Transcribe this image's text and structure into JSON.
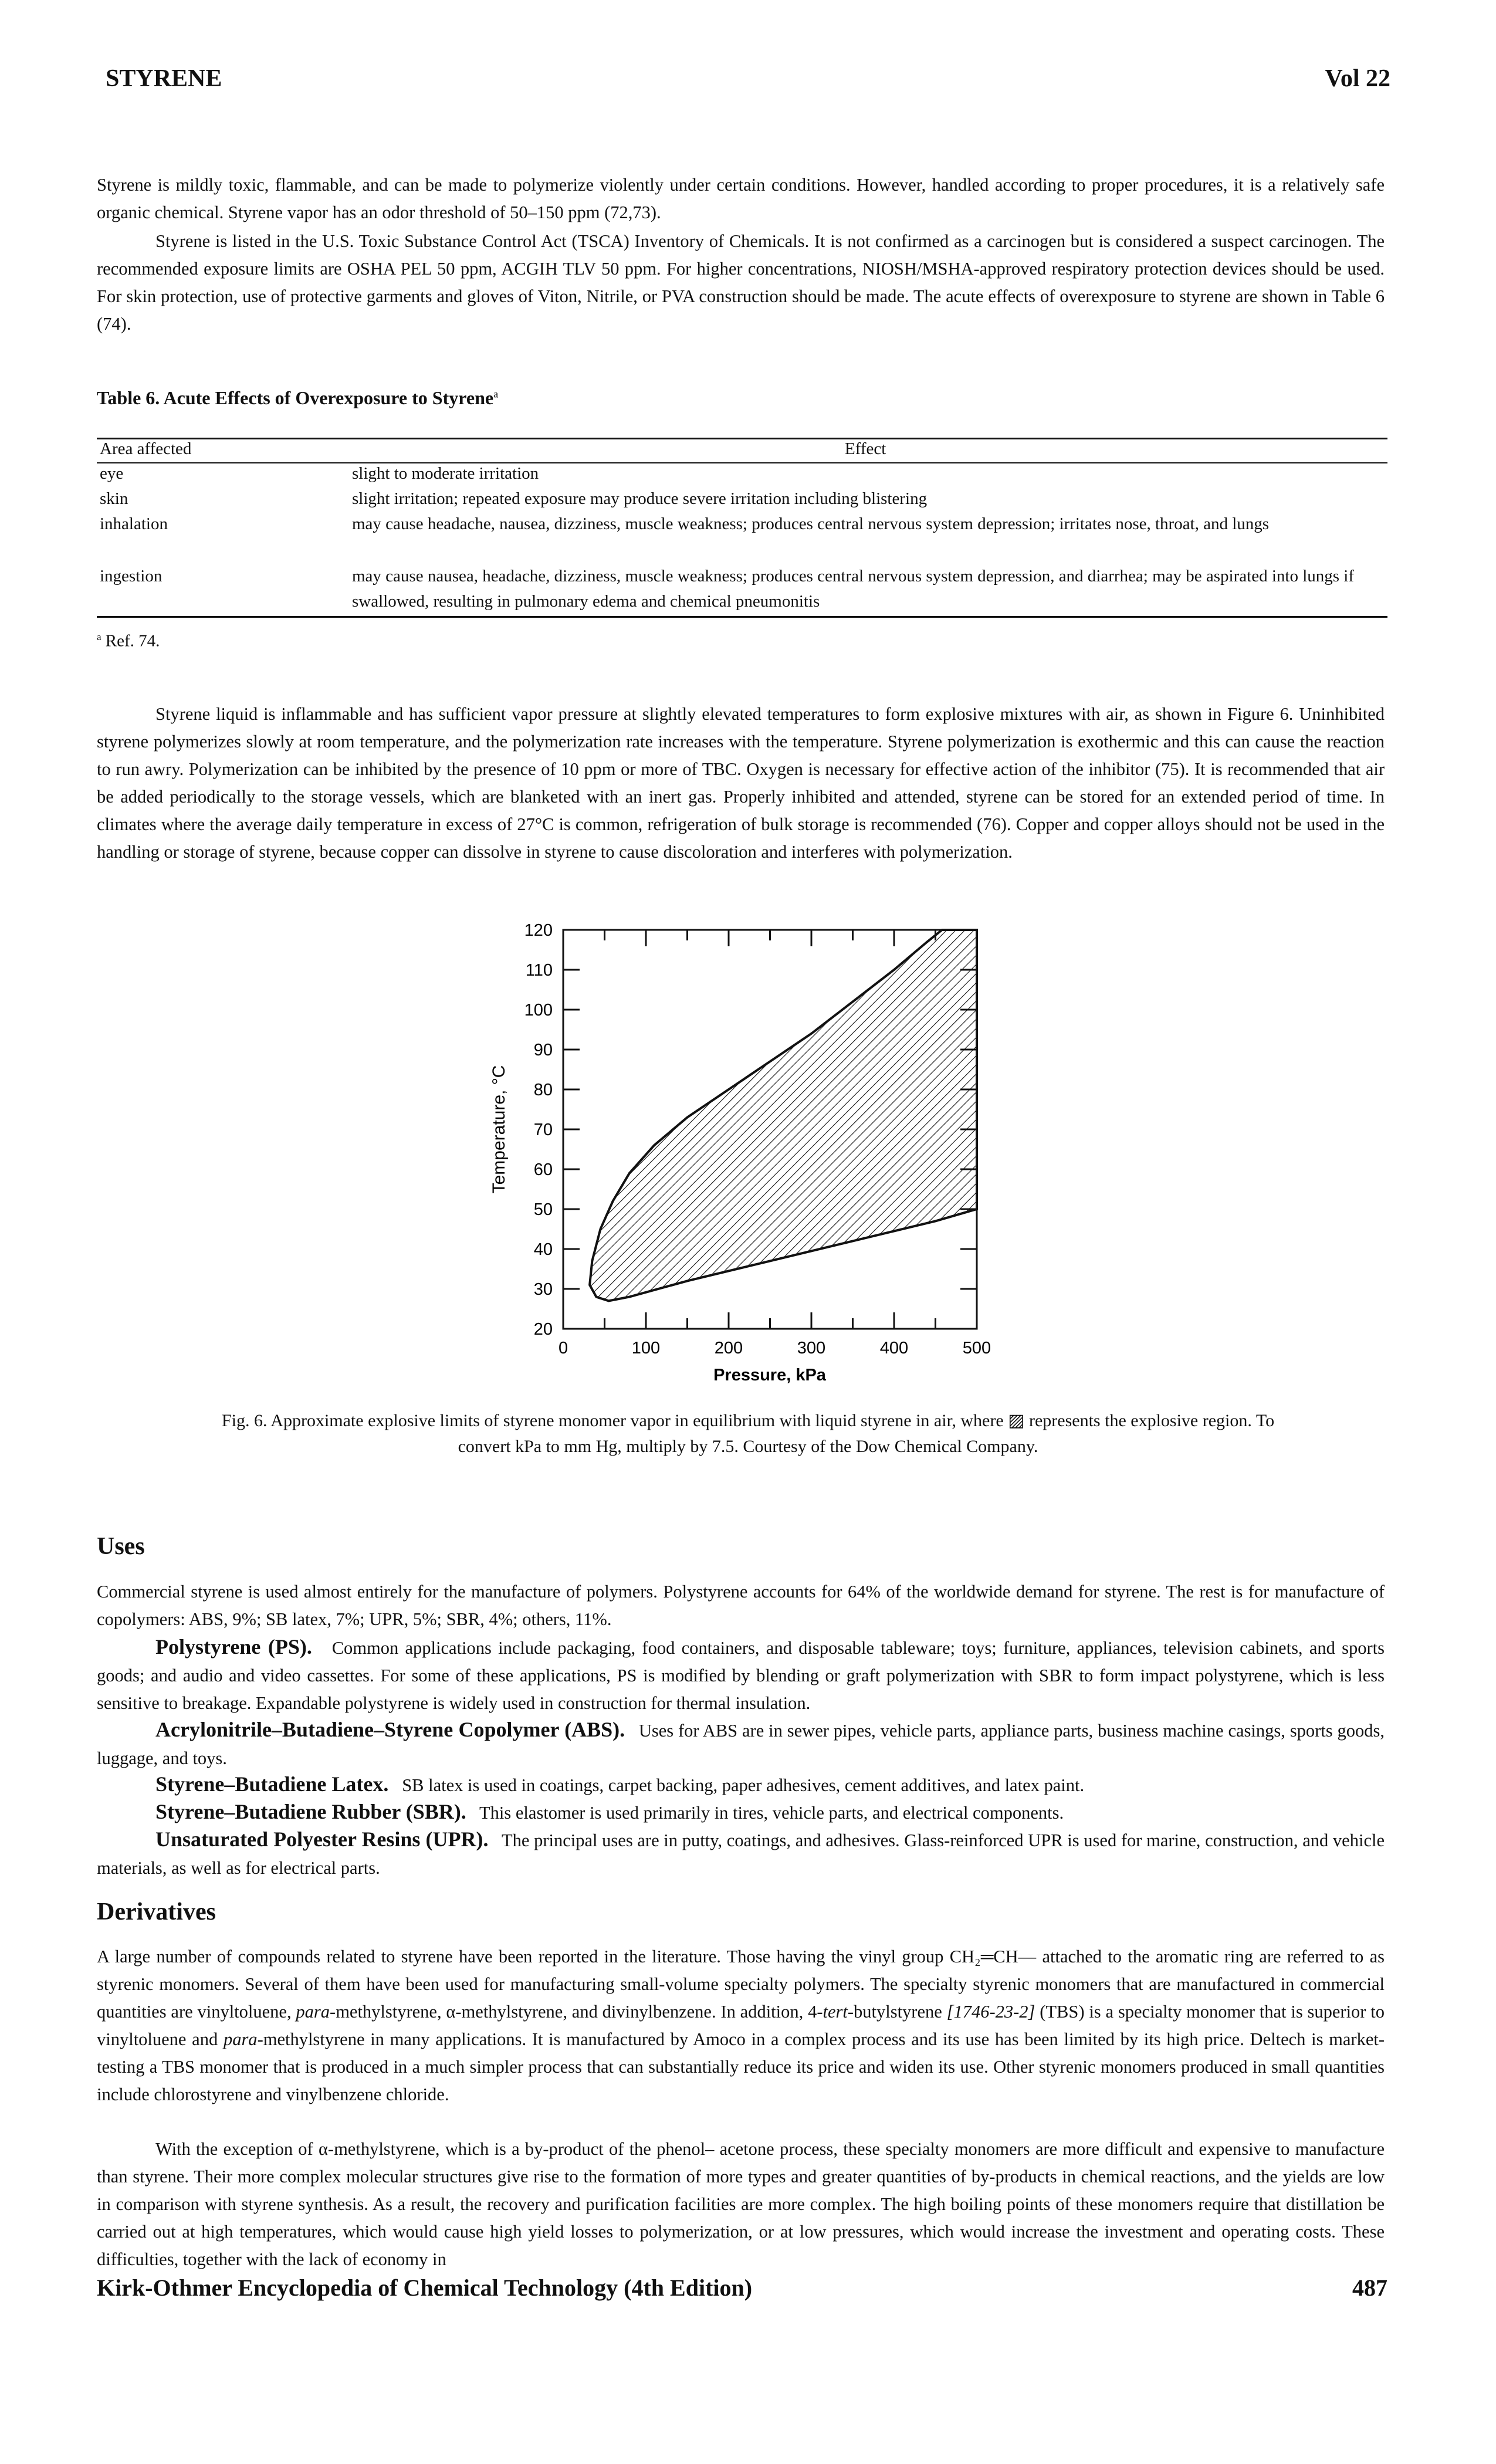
{
  "header": {
    "left": "STYRENE",
    "right": "Vol 22"
  },
  "intro": {
    "p1": "Styrene is mildly toxic, flammable, and can be made to polymerize violently under certain conditions. However, handled according to proper procedures, it is a relatively safe organic chemical. Styrene vapor has an odor threshold of 50–150 ppm (72,73).",
    "p2": "Styrene is listed in the U.S. Toxic Substance Control Act (TSCA) Inventory of Chemicals. It is not confirmed as a carcinogen but is considered a suspect carcinogen. The recommended exposure limits are OSHA PEL 50 ppm, ACGIH TLV 50 ppm. For higher concentrations, NIOSH/MSHA-approved respiratory protection devices should be used. For skin protection, use of protective garments and gloves of Viton, Nitrile, or PVA construction should be made. The acute effects of overexposure to styrene are shown in Table 6 (74)."
  },
  "table": {
    "title": "Table 6. Acute Effects of Overexposure to Styrene",
    "title_sup": "a",
    "col_area": "Area affected",
    "col_effect": "Effect",
    "rows": [
      {
        "area": "eye",
        "effect": "slight to moderate irritation"
      },
      {
        "area": "skin",
        "effect": "slight irritation; repeated exposure may produce severe irritation including blistering"
      },
      {
        "area": "inhalation",
        "effect": "may cause headache, nausea, dizziness, muscle weakness; produces central nervous system depression; irritates nose, throat, and lungs"
      },
      {
        "area": "ingestion",
        "effect": "may cause nausea, headache, dizziness, muscle weakness; produces central nervous system depression, and diarrhea; may be aspirated into lungs if swallowed, resulting in pulmonary edema and chemical pneumonitis"
      }
    ],
    "footnote_mark": "a",
    "footnote": "Ref. 74."
  },
  "body": {
    "p3": "Styrene liquid is inflammable and has sufficient vapor pressure at slightly elevated temperatures to form explosive mixtures with air, as shown in Figure 6. Uninhibited styrene polymerizes slowly at room temperature, and the polymerization rate increases with the temperature. Styrene polymerization is exothermic and this can cause the reaction to run awry. Polymerization can be inhibited by the presence of 10 ppm or more of TBC. Oxygen is necessary for effective action of the inhibitor (75). It is recommended that air be added periodically to the storage vessels, which are blanketed with an inert gas. Properly inhibited and attended, styrene can be stored for an extended period of time. In climates where the average daily temperature in excess of 27°C is common, refrigeration of bulk storage is recommended (76). Copper and copper alloys should not be used in the handling or storage of styrene, because copper can dissolve in styrene to cause discoloration and interferes with polymerization."
  },
  "chart_data": {
    "type": "area",
    "xlabel": "Pressure, kPa",
    "ylabel": "Temperature, °C",
    "xlim": [
      0,
      500
    ],
    "ylim": [
      20,
      120
    ],
    "x_ticks": [
      "0",
      "100",
      "200",
      "300",
      "400",
      "500"
    ],
    "y_ticks": [
      "20",
      "30",
      "40",
      "50",
      "60",
      "70",
      "80",
      "90",
      "100",
      "110",
      "120"
    ],
    "fill": "hatched",
    "upper_boundary": [
      {
        "x": 32,
        "y": 31
      },
      {
        "x": 35,
        "y": 37
      },
      {
        "x": 45,
        "y": 45
      },
      {
        "x": 60,
        "y": 52
      },
      {
        "x": 80,
        "y": 59
      },
      {
        "x": 110,
        "y": 66
      },
      {
        "x": 150,
        "y": 73
      },
      {
        "x": 200,
        "y": 80
      },
      {
        "x": 250,
        "y": 87
      },
      {
        "x": 300,
        "y": 94
      },
      {
        "x": 350,
        "y": 102
      },
      {
        "x": 400,
        "y": 110
      },
      {
        "x": 440,
        "y": 117
      },
      {
        "x": 458,
        "y": 120
      }
    ],
    "lower_boundary": [
      {
        "x": 32,
        "y": 31
      },
      {
        "x": 40,
        "y": 28
      },
      {
        "x": 55,
        "y": 27
      },
      {
        "x": 80,
        "y": 28
      },
      {
        "x": 150,
        "y": 32
      },
      {
        "x": 250,
        "y": 37
      },
      {
        "x": 350,
        "y": 42
      },
      {
        "x": 450,
        "y": 47
      },
      {
        "x": 500,
        "y": 50
      }
    ],
    "explosive_region_right_bound": 500
  },
  "figure": {
    "caption_line1": "Fig. 6. Approximate explosive limits of styrene monomer vapor in equilibrium with liquid styrene in air, where ▨ represents the explosive region. To",
    "caption_line2": "convert kPa to mm Hg, multiply by 7.5. Courtesy of the Dow Chemical Company."
  },
  "uses": {
    "heading": "Uses",
    "p1": "Commercial styrene is used almost entirely for the manufacture of polymers. Polystyrene accounts for 64% of the worldwide demand for styrene. The rest is for manufacture of copolymers: ABS, 9%; SB latex, 7%; UPR, 5%; SBR, 4%; others, 11%.",
    "ps_head": "Polystyrene (PS).",
    "ps_text": "Common applications include packaging, food containers, and disposable tableware; toys; furniture, appliances, television cabinets, and sports goods; and audio and video cassettes. For some of these applications, PS is modified by blending or graft polymerization with SBR to form impact polystyrene, which is less sensitive to breakage. Expandable polystyrene is widely used in construction for thermal insulation.",
    "abs_head": "Acrylonitrile–Butadiene–Styrene Copolymer (ABS).",
    "abs_text": "Uses for ABS are in sewer pipes, vehicle parts, appliance parts, business machine casings, sports goods, luggage, and toys.",
    "latex_head": "Styrene–Butadiene Latex.",
    "latex_text": "SB latex is used in coatings, carpet backing, paper adhesives, cement additives, and latex paint.",
    "sbr_head": "Styrene–Butadiene Rubber (SBR).",
    "sbr_text": "This elastomer is used primarily in tires, vehicle parts, and electrical components.",
    "upr_head": "Unsaturated Polyester Resins (UPR).",
    "upr_text": "The principal uses are in putty, coatings, and adhesives. Glass-reinforced UPR is used for marine, construction, and vehicle materials, as well as for electrical parts."
  },
  "derivatives": {
    "heading": "Derivatives",
    "p1_a": "A large number of compounds related to styrene have been reported in the literature. Those having the vinyl group ",
    "formula": "CH₂═CH—",
    "p1_b": " attached to the aromatic ring are referred to as styrenic monomers. Several of them have been used for manufacturing small-volume specialty polymers. The specialty styrenic monomers that are manufactured in commercial quantities are vinyltoluene, ",
    "para1": "para",
    "p1_c": "-methylstyrene, α-methylstyrene, and divinylbenzene. In addition, 4-",
    "tert": "tert",
    "p1_d": "-butylstyrene ",
    "cas": "[1746-23-2]",
    "p1_e": " (TBS) is a specialty monomer that is superior to vinyltoluene and ",
    "para2": "para",
    "p1_f": "-methylstyrene in many applications. It is manufactured by Amoco in a complex process and its use has been limited by its high price. Deltech is market-testing a TBS monomer that is produced in a much simpler process that can substantially reduce its price and widen its use. Other styrenic monomers produced in small quantities include chlorostyrene and vinylbenzene chloride.",
    "p2": "With the exception of α-methylstyrene, which is a by-product of the phenol– acetone process, these specialty monomers are more difficult and expensive to manufacture than styrene. Their more complex molecular structures give rise to the formation of more types and greater quantities of by-products in chemical reactions, and the yields are low in comparison with styrene synthesis. As a result, the recovery and purification facilities are more complex. The high boiling points of these monomers require that distillation be carried out at high temperatures, which would cause high yield losses to polymerization, or at low pressures, which would increase the investment and operating costs. These difficulties, together with the lack of economy in"
  },
  "footer": {
    "left": "Kirk-Othmer Encyclopedia of Chemical Technology (4th Edition)",
    "right": "487"
  }
}
